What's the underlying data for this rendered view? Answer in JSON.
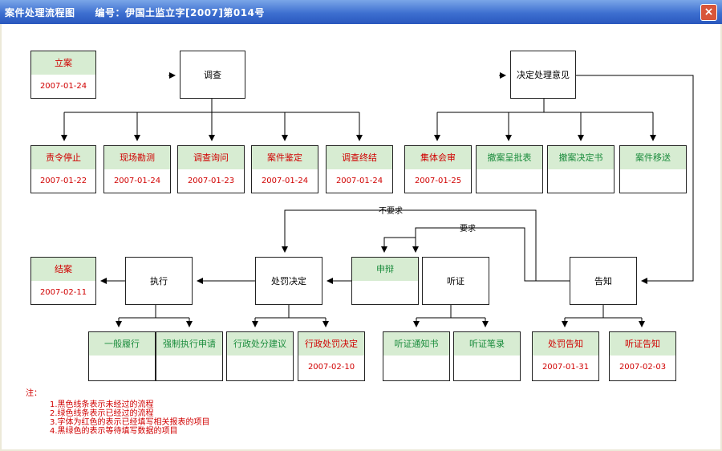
{
  "window": {
    "title": "案件处理流程图　　编号：伊国土监立字[2007]第014号",
    "close_glyph": "×"
  },
  "nodes": {
    "lian": {
      "label": "立案",
      "date": "2007-01-24"
    },
    "diaocha": {
      "label": "调查"
    },
    "juedingyijian": {
      "label": "决定处理意见"
    },
    "zeling": {
      "label": "责令停止",
      "date": "2007-01-22"
    },
    "xianchang": {
      "label": "现场勘测",
      "date": "2007-01-24"
    },
    "xunwen": {
      "label": "调查询问",
      "date": "2007-01-23"
    },
    "jianding": {
      "label": "案件鉴定",
      "date": "2007-01-24"
    },
    "zhongjie": {
      "label": "调查终结",
      "date": "2007-01-24"
    },
    "huishen": {
      "label": "集体会审",
      "date": "2007-01-25"
    },
    "chengpi": {
      "label": "撤案呈批表"
    },
    "chean": {
      "label": "撤案决定书"
    },
    "yisong": {
      "label": "案件移送"
    },
    "jiean": {
      "label": "结案",
      "date": "2007-02-11"
    },
    "zhixing": {
      "label": "执行"
    },
    "chufa": {
      "label": "处罚决定"
    },
    "shenbian": {
      "label": "申辩"
    },
    "tingzheng": {
      "label": "听证"
    },
    "gaozhi": {
      "label": "告知"
    },
    "yiban": {
      "label": "一般履行"
    },
    "qiangzhi": {
      "label": "强制执行申请"
    },
    "xingzhengjianyi": {
      "label": "行政处分建议"
    },
    "xingzhengchufa": {
      "label": "行政处罚决定",
      "date": "2007-02-10"
    },
    "tingzhengtongzhi": {
      "label": "听证通知书"
    },
    "tingzhengbilu": {
      "label": "听证笔录"
    },
    "chufagaozhi": {
      "label": "处罚告知",
      "date": "2007-01-31"
    },
    "tingzhenggaozhi": {
      "label": "听证告知",
      "date": "2007-02-03"
    }
  },
  "edge_labels": {
    "no_request": "不要求",
    "request": "要求"
  },
  "notes": {
    "title": "注：",
    "items": [
      "1.黑色线条表示未经过的流程",
      "2.绿色线条表示已经过的流程",
      "3.字体为红色的表示已经填写相关报表的项目",
      "4.黑绿色的表示等待填写数据的项目"
    ]
  },
  "colors": {
    "completed_text": "#d00000",
    "pending_text": "#1a8c3c",
    "header_fill": "#d7ecd2",
    "title_bar": "#3d6fd0"
  }
}
